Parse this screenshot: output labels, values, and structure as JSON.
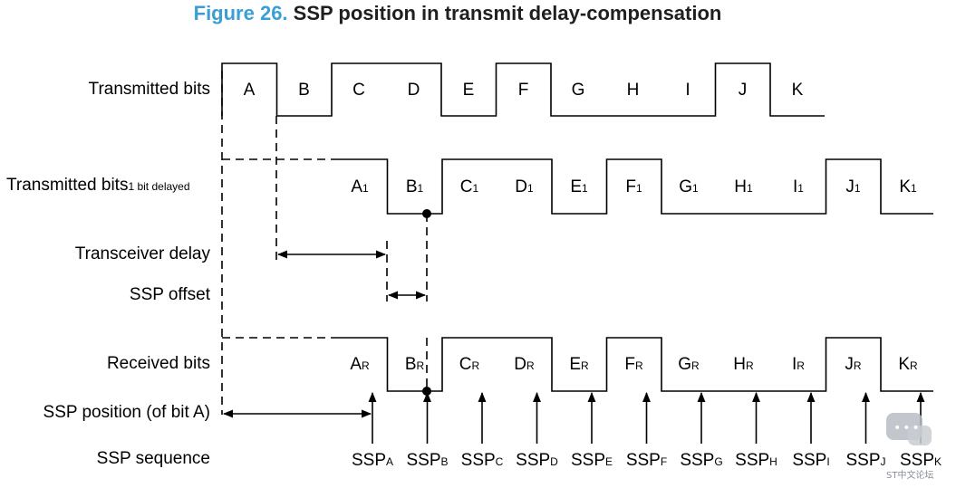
{
  "title": {
    "number": "Figure 26.",
    "text": "SSP position in transmit delay-compensation"
  },
  "row_labels": {
    "transmitted": "Transmitted bits",
    "delayed_main": "Transmitted bits",
    "delayed_sub": "1 bit delayed",
    "transceiver_delay": "Transceiver delay",
    "ssp_offset": "SSP offset",
    "received": "Received bits",
    "ssp_position": "SSP position (of bit A)",
    "ssp_sequence": "SSP sequence"
  },
  "transmitted_bits": [
    "A",
    "B",
    "C",
    "D",
    "E",
    "F",
    "G",
    "H",
    "I",
    "J",
    "K"
  ],
  "transmitted_levels": [
    1,
    0,
    1,
    1,
    0,
    1,
    0,
    0,
    0,
    1,
    0
  ],
  "delayed_bits": [
    {
      "base": "A",
      "sub": "1"
    },
    {
      "base": "B",
      "sub": "1"
    },
    {
      "base": "C",
      "sub": "1"
    },
    {
      "base": "D",
      "sub": "1"
    },
    {
      "base": "E",
      "sub": "1"
    },
    {
      "base": "F",
      "sub": "1"
    },
    {
      "base": "G",
      "sub": "1"
    },
    {
      "base": "H",
      "sub": "1"
    },
    {
      "base": "I",
      "sub": "1"
    },
    {
      "base": "J",
      "sub": "1"
    },
    {
      "base": "K",
      "sub": "1"
    }
  ],
  "received_bits": [
    {
      "base": "A",
      "sub": "R"
    },
    {
      "base": "B",
      "sub": "R"
    },
    {
      "base": "C",
      "sub": "R"
    },
    {
      "base": "D",
      "sub": "R"
    },
    {
      "base": "E",
      "sub": "R"
    },
    {
      "base": "F",
      "sub": "R"
    },
    {
      "base": "G",
      "sub": "R"
    },
    {
      "base": "H",
      "sub": "R"
    },
    {
      "base": "I",
      "sub": "R"
    },
    {
      "base": "J",
      "sub": "R"
    },
    {
      "base": "K",
      "sub": "R"
    }
  ],
  "ssp_sequence": [
    {
      "base": "SSP",
      "sub": "A"
    },
    {
      "base": "SSP",
      "sub": "B"
    },
    {
      "base": "SSP",
      "sub": "C"
    },
    {
      "base": "SSP",
      "sub": "D"
    },
    {
      "base": "SSP",
      "sub": "E"
    },
    {
      "base": "SSP",
      "sub": "F"
    },
    {
      "base": "SSP",
      "sub": "G"
    },
    {
      "base": "SSP",
      "sub": "H"
    },
    {
      "base": "SSP",
      "sub": "I"
    },
    {
      "base": "SSP",
      "sub": "J"
    },
    {
      "base": "SSP",
      "sub": "K"
    }
  ],
  "watermark": {
    "text": "ST中文论坛"
  },
  "colors": {
    "title_number": "#3a9fd5",
    "line": "#000000"
  }
}
